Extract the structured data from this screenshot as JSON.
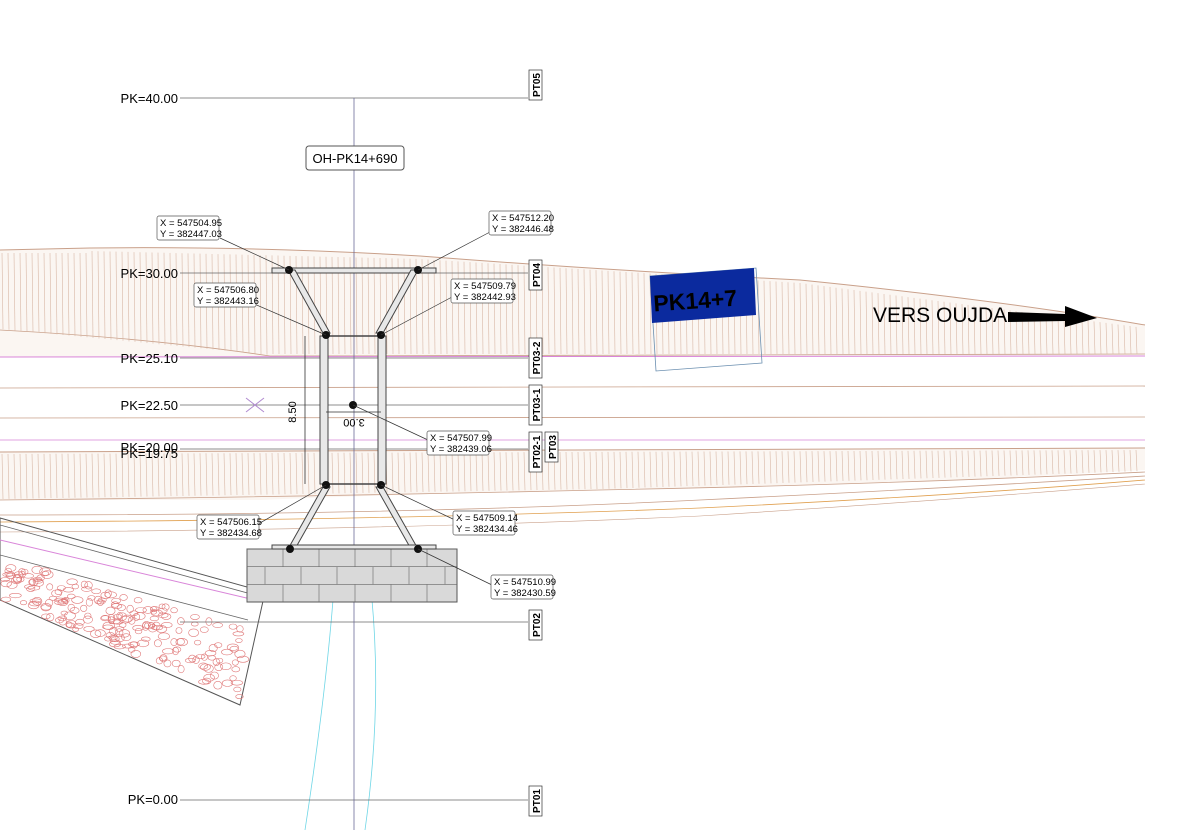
{
  "title_label": "OH-PK14+690",
  "pk_labels": [
    "PK=40.00",
    "PK=30.00",
    "PK=25.10",
    "PK=22.50",
    "PK=20.00",
    "PK=19.75",
    "PK=0.00"
  ],
  "pt_labels": [
    "PT05",
    "PT04",
    "PT03-2",
    "PT03-1",
    "PT03",
    "PT02-1",
    "PT02",
    "PT01"
  ],
  "coordinates": [
    {
      "x": "X = 547504.95",
      "y": "Y = 382447.03"
    },
    {
      "x": "X = 547512.20",
      "y": "Y = 382446.48"
    },
    {
      "x": "X = 547506.80",
      "y": "Y = 382443.16"
    },
    {
      "x": "X = 547509.79",
      "y": "Y = 382442.93"
    },
    {
      "x": "X = 547507.99",
      "y": "Y = 382439.06"
    },
    {
      "x": "X = 547506.15",
      "y": "Y = 382434.68"
    },
    {
      "x": "X = 547509.14",
      "y": "Y = 382434.46"
    },
    {
      "x": "X = 547510.99",
      "y": "Y = 382430.59"
    }
  ],
  "dimensions": {
    "height": "8.50",
    "width": "3.00"
  },
  "pk_sign": {
    "label": "PK14+7",
    "color": "#0b2a9e"
  },
  "direction": {
    "label": "VERS OUJDA"
  },
  "colors": {
    "road": "#c9a08a",
    "pink": "#d985d9",
    "cyan": "#6fd6e6",
    "hatch": "#e07a7a",
    "axis": "#6b6b99"
  }
}
